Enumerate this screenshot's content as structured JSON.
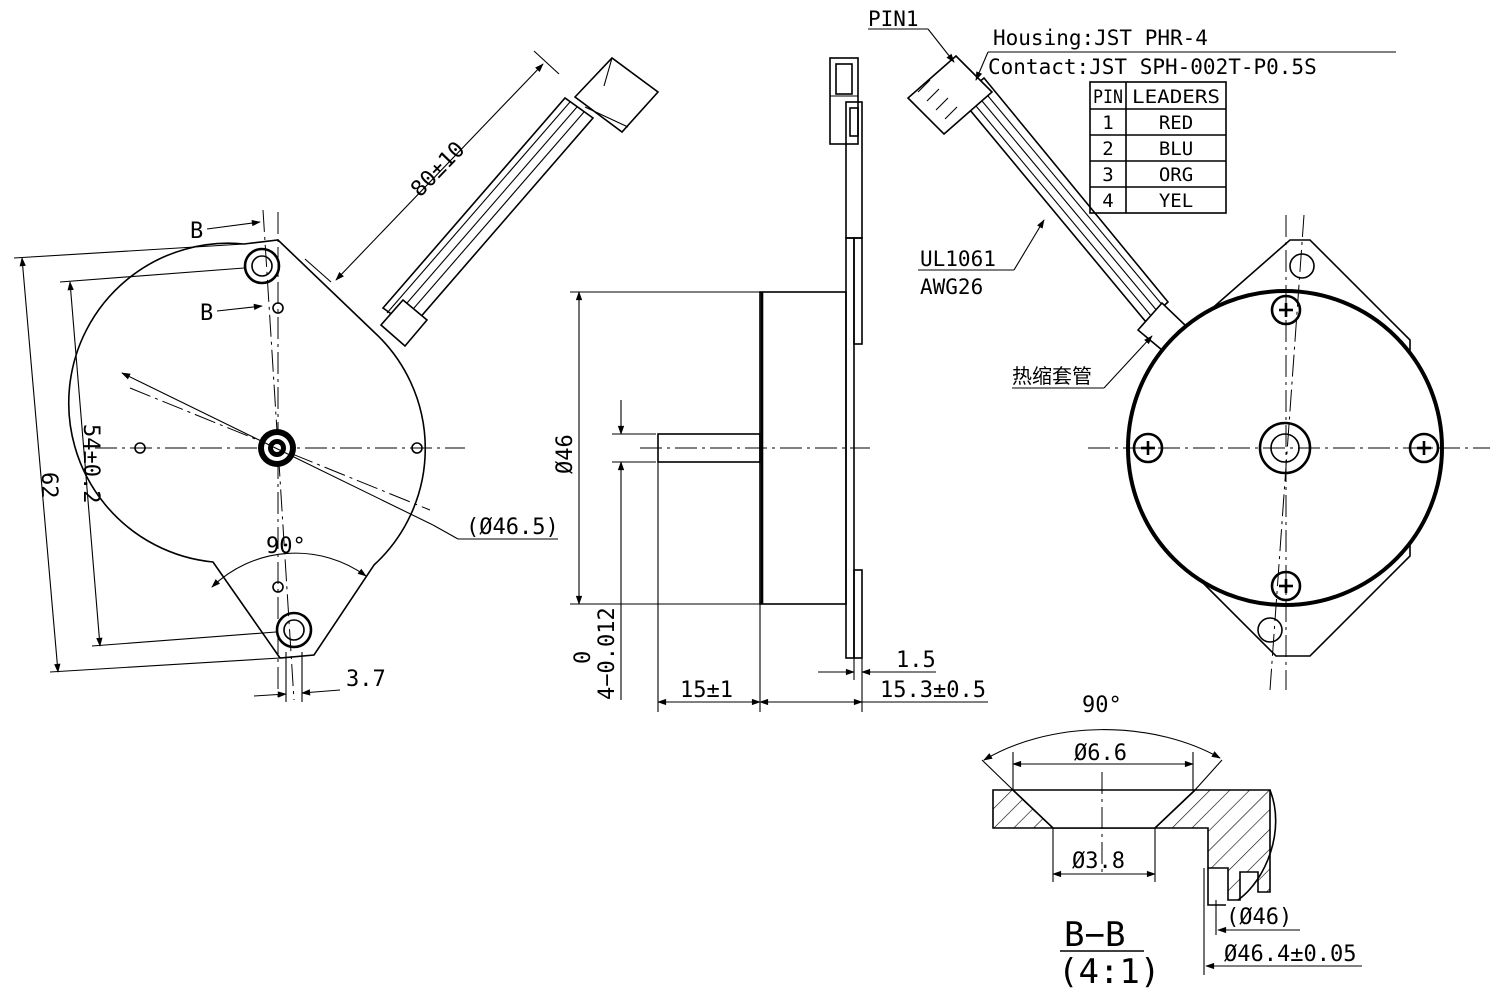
{
  "front_view": {
    "dim_B_upper": "B",
    "dim_B_lower": "B",
    "dim_lead_length": "80±10",
    "dim_mount_pitch": "54±0.2",
    "dim_flange_length": "62",
    "dim_bolt_circle": "(Ø46.5)",
    "dim_angle": "90°",
    "dim_hole": "3.7"
  },
  "side_view": {
    "dim_body_dia": "Ø46",
    "dim_shaft_tol_upper": "0",
    "dim_shaft_tol_lower": "4−0.012",
    "dim_shaft_length": "15±1",
    "dim_flange_thk": "1.5",
    "dim_body_length": "15.3±0.5"
  },
  "rear_view": {
    "pin1_label": "PIN1",
    "housing": "Housing:JST PHR-4",
    "contact": "Contact:JST SPH-002T-P0.5S",
    "wire_type": "UL1061",
    "wire_gauge": "AWG26",
    "heat_shrink": "热缩套管"
  },
  "pin_table": {
    "headers": [
      "PIN",
      "LEADERS"
    ],
    "rows": [
      {
        "pin": "1",
        "leader": "RED"
      },
      {
        "pin": "2",
        "leader": "BLU"
      },
      {
        "pin": "3",
        "leader": "ORG"
      },
      {
        "pin": "4",
        "leader": "YEL"
      }
    ]
  },
  "section_view": {
    "dim_angle": "90°",
    "dim_countersink": "Ø6.6",
    "dim_hole": "Ø3.8",
    "dim_pilot_ref": "(Ø46)",
    "dim_pilot": "Ø46.4±0.05",
    "title": "B−B",
    "scale": "(4:1)"
  }
}
